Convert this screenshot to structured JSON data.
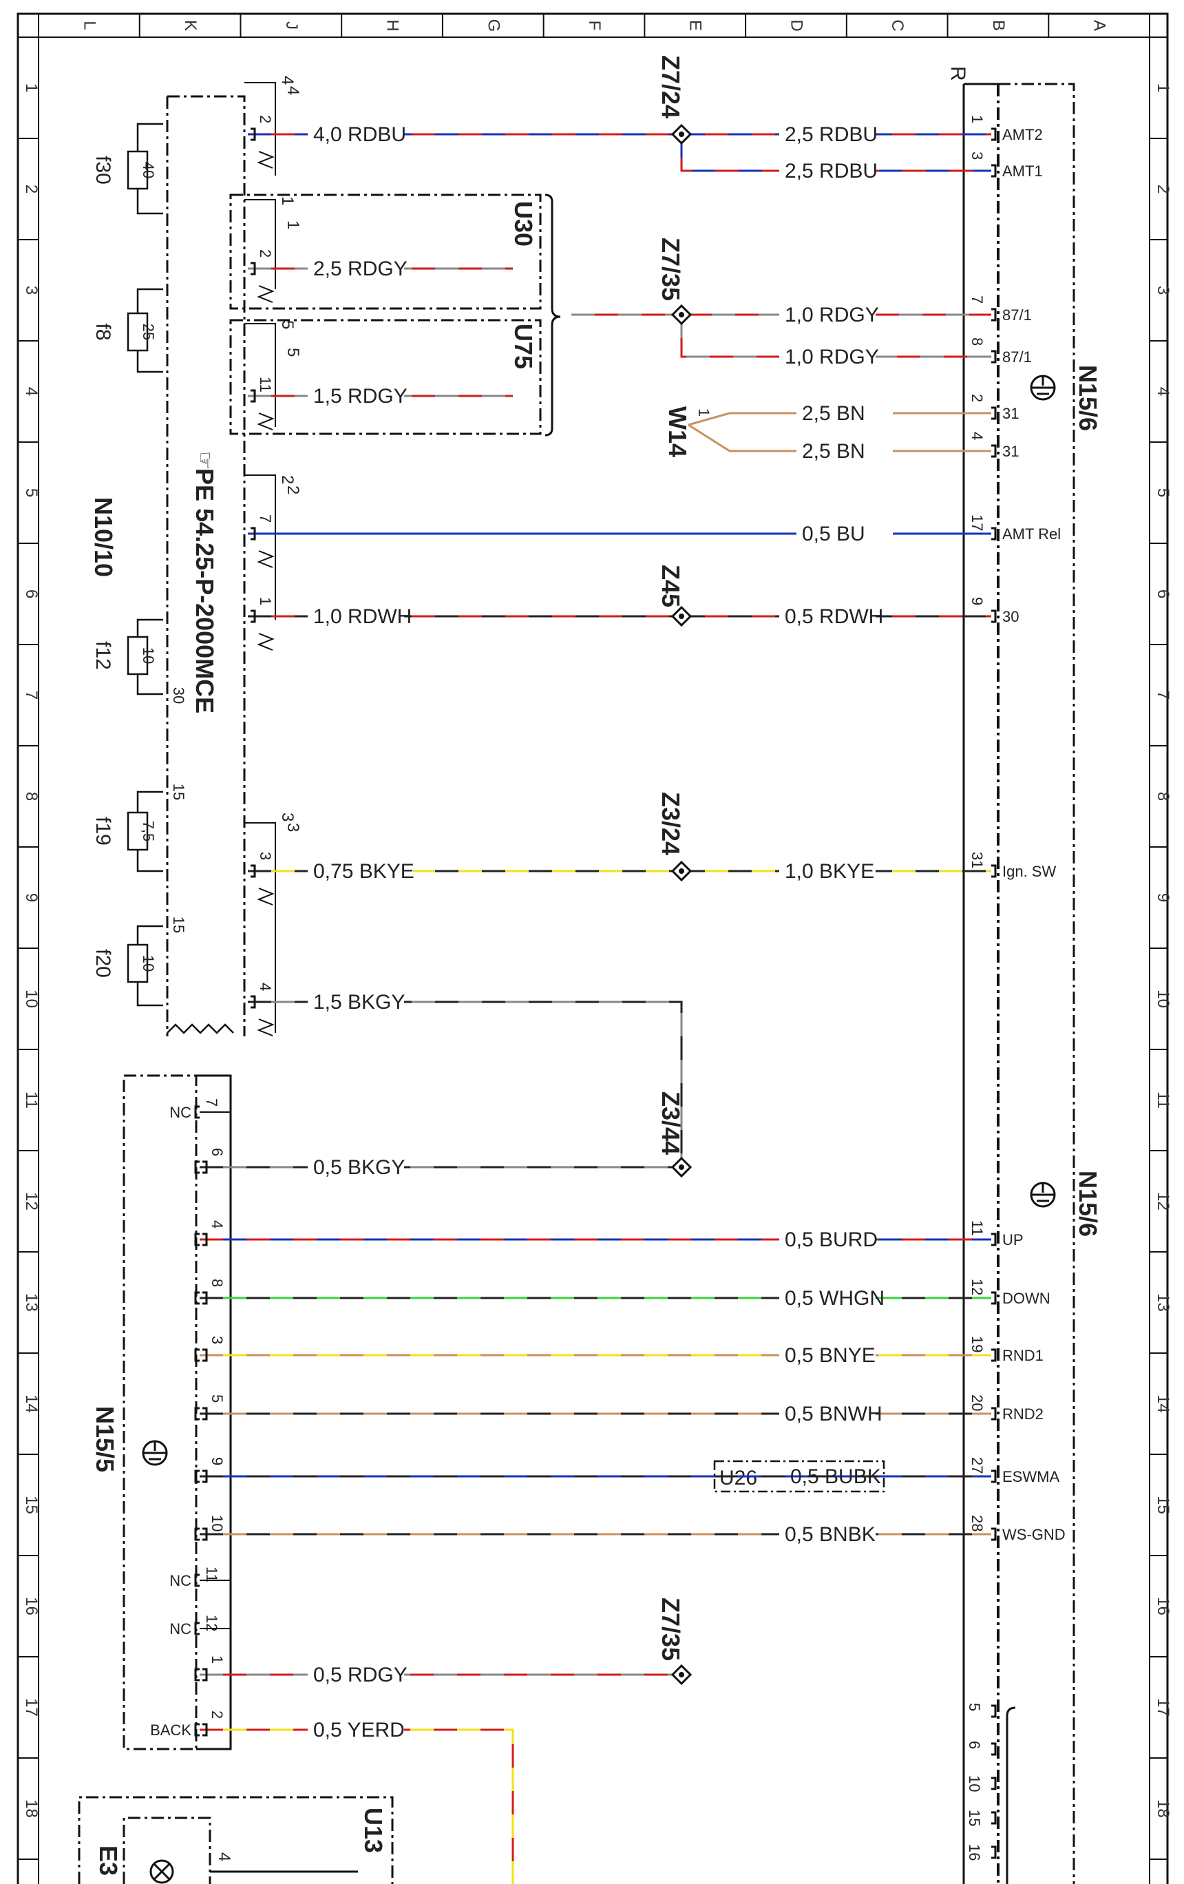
{
  "frame": {
    "columns": [
      "L",
      "K",
      "J",
      "H",
      "G",
      "F",
      "E",
      "D",
      "C",
      "B",
      "A"
    ],
    "rows": [
      "1",
      "2",
      "3",
      "4",
      "5",
      "6",
      "7",
      "8",
      "9",
      "10",
      "11",
      "12",
      "13",
      "14",
      "15",
      "16",
      "17",
      "18"
    ],
    "corner_label": "R"
  },
  "fuses": [
    {
      "id": "f30",
      "rating": "40"
    },
    {
      "id": "f8",
      "rating": "25"
    },
    {
      "id": "f12",
      "rating": "10"
    },
    {
      "id": "f19",
      "rating": "7,5"
    },
    {
      "id": "f20",
      "rating": "10"
    }
  ],
  "fuse_pins": {
    "f12": "30",
    "f19": "15",
    "f20": "15"
  },
  "n10": {
    "label": "N10/10",
    "ref": "PE 54.25-P-2000MCE"
  },
  "sub_units": [
    {
      "label": "U30"
    },
    {
      "label": "U75"
    },
    {
      "label": "U13"
    },
    {
      "label": "U26"
    }
  ],
  "splices": [
    {
      "label": "Z7/24"
    },
    {
      "label": "Z7/35"
    },
    {
      "label": "W14"
    },
    {
      "label": "Z45"
    },
    {
      "label": "Z3/24"
    },
    {
      "label": "Z3/44"
    },
    {
      "label": "Z7/35"
    }
  ],
  "connector_labels": [
    "4",
    "2",
    "1",
    "5",
    "2",
    "3"
  ],
  "wires": [
    {
      "name": "wire-n10-4-2",
      "pin": "2",
      "pin2": "4",
      "spec": "4,0 RDBU",
      "colors": [
        "#d31b1b",
        "#1632b8"
      ]
    },
    {
      "name": "wire-z724-amt2",
      "spec": "2,5 RDBU",
      "colors": [
        "#d31b1b",
        "#1632b8"
      ]
    },
    {
      "name": "wire-z724-amt1",
      "spec": "2,5 RDBU",
      "colors": [
        "#d31b1b",
        "#1632b8"
      ]
    },
    {
      "name": "wire-u30",
      "pin": "2",
      "pin2": "1",
      "spec": "2,5 RDGY",
      "colors": [
        "#d31b1b",
        "#888888"
      ]
    },
    {
      "name": "wire-u75",
      "pin": "11",
      "pin2": "5",
      "spec": "1,5 RDGY",
      "colors": [
        "#d31b1b",
        "#888888"
      ]
    },
    {
      "name": "wire-z735-871a",
      "spec": "1,0 RDGY",
      "colors": [
        "#d31b1b",
        "#888888"
      ]
    },
    {
      "name": "wire-z735-871b",
      "spec": "1,0 RDGY",
      "colors": [
        "#d31b1b",
        "#888888"
      ]
    },
    {
      "name": "wire-w14-31a",
      "pin": "1",
      "spec": "2,5 BN",
      "colors": [
        "#c89160",
        "#c89160"
      ]
    },
    {
      "name": "wire-w14-31b",
      "spec": "2,5 BN",
      "colors": [
        "#c89160",
        "#c89160"
      ]
    },
    {
      "name": "wire-amt-rel",
      "pin": "7",
      "pin2": "2",
      "spec": "0,5 BU",
      "colors": [
        "#1632b8",
        "#1632b8"
      ]
    },
    {
      "name": "wire-n10-1",
      "pin": "1",
      "spec": "1,0 RDWH",
      "colors": [
        "#d31b1b",
        "#222222"
      ]
    },
    {
      "name": "wire-z45-30",
      "spec": "0,5 RDWH",
      "colors": [
        "#d31b1b",
        "#222222"
      ]
    },
    {
      "name": "wire-n10-3",
      "pin": "3",
      "pin2": "3",
      "spec": "0,75 BKYE",
      "colors": [
        "#f2e21a",
        "#222222"
      ]
    },
    {
      "name": "wire-z324-ign",
      "spec": "1,0 BKYE",
      "colors": [
        "#f2e21a",
        "#222222"
      ]
    },
    {
      "name": "wire-n10-4",
      "pin": "4",
      "spec": "1,5 BKGY",
      "colors": [
        "#888888",
        "#222222"
      ]
    },
    {
      "name": "wire-n155-6",
      "pin": "6",
      "spec": "0,5 BKGY",
      "colors": [
        "#888888",
        "#222222"
      ]
    },
    {
      "name": "wire-up",
      "pin": "4",
      "spec": "0,5 BURD",
      "colors": [
        "#1632b8",
        "#d31b1b"
      ]
    },
    {
      "name": "wire-down",
      "pin": "8",
      "spec": "0,5 WHGN",
      "colors": [
        "#3ad43a",
        "#222222"
      ]
    },
    {
      "name": "wire-rnd1",
      "pin": "3",
      "spec": "0,5 BNYE",
      "colors": [
        "#f2e21a",
        "#c89160"
      ]
    },
    {
      "name": "wire-rnd2",
      "pin": "5",
      "spec": "0,5 BNWH",
      "colors": [
        "#c89160",
        "#222222"
      ]
    },
    {
      "name": "wire-eswma",
      "pin": "9",
      "spec": "0,5 BUBK",
      "colors": [
        "#1632b8",
        "#222222"
      ]
    },
    {
      "name": "wire-ws-gnd",
      "pin": "10",
      "spec": "0,5 BNBK",
      "colors": [
        "#c89160",
        "#222222"
      ]
    },
    {
      "name": "wire-z735-rdgy",
      "pin": "1",
      "spec": "0,5 RDGY",
      "colors": [
        "#d31b1b",
        "#888888"
      ]
    },
    {
      "name": "wire-back",
      "pin": "2",
      "spec": "0,5 YERD",
      "colors": [
        "#f2e21a",
        "#d31b1b"
      ]
    }
  ],
  "n156_pins": [
    {
      "pin": "1",
      "name": "AMT2"
    },
    {
      "pin": "3",
      "name": "AMT1"
    },
    {
      "pin": "7",
      "name": "87/1"
    },
    {
      "pin": "8",
      "name": "87/1"
    },
    {
      "pin": "2",
      "name": "31"
    },
    {
      "pin": "4",
      "name": "31"
    },
    {
      "pin": "17",
      "name": "AMT Rel"
    },
    {
      "pin": "9",
      "name": "30"
    },
    {
      "pin": "31",
      "name": "Ign. SW"
    },
    {
      "pin": "11",
      "name": "UP"
    },
    {
      "pin": "12",
      "name": "DOWN"
    },
    {
      "pin": "19",
      "name": "RND1"
    },
    {
      "pin": "20",
      "name": "RND2"
    },
    {
      "pin": "27",
      "name": "ESWMA"
    },
    {
      "pin": "28",
      "name": "WS-GND"
    }
  ],
  "n156": {
    "label": "N15/6",
    "extra_pins": [
      "5",
      "6",
      "10",
      "15",
      "16"
    ]
  },
  "n155": {
    "label": "N15/5",
    "pins": [
      {
        "pin": "7",
        "name": "NC"
      },
      {
        "pin": "6",
        "name": ""
      },
      {
        "pin": "4",
        "name": ""
      },
      {
        "pin": "8",
        "name": ""
      },
      {
        "pin": "3",
        "name": ""
      },
      {
        "pin": "5",
        "name": ""
      },
      {
        "pin": "9",
        "name": ""
      },
      {
        "pin": "10",
        "name": ""
      },
      {
        "pin": "11",
        "name": "NC"
      },
      {
        "pin": "12",
        "name": "NC"
      },
      {
        "pin": "1",
        "name": ""
      },
      {
        "pin": "2",
        "name": "BACK"
      }
    ]
  },
  "e3": {
    "label": "E3",
    "pin": "4"
  }
}
